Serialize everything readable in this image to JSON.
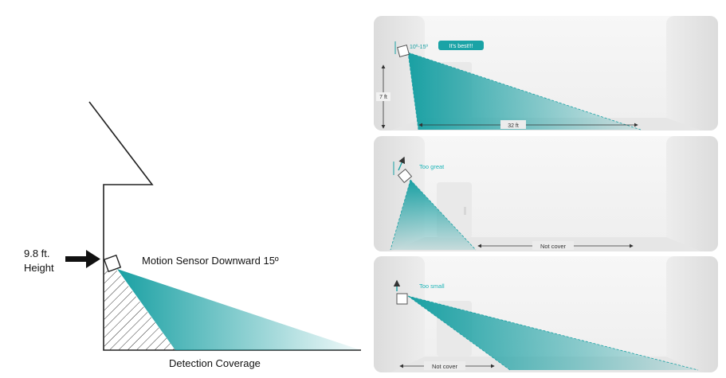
{
  "left_diagram": {
    "height_label_line1": "9.8 ft.",
    "height_label_line2": "Height",
    "sensor_title": "Motion Sensor Downward 15º",
    "coverage_label": "Detection Coverage"
  },
  "panels": [
    {
      "status": "It's best!!!",
      "angle_label": "10º-15º",
      "height_label": "7 ft",
      "distance_label": "32 ft"
    },
    {
      "status": "Too great",
      "distance_label": "Not cover"
    },
    {
      "status": "Too small",
      "distance_label": "Not cover"
    }
  ],
  "colors": {
    "beam": "#1aa3a6",
    "accent_text": "#1fb5b8",
    "badge": "#1aa3a6",
    "wall": "#e4e4e4",
    "panel_bg": "#f2f2f2"
  }
}
